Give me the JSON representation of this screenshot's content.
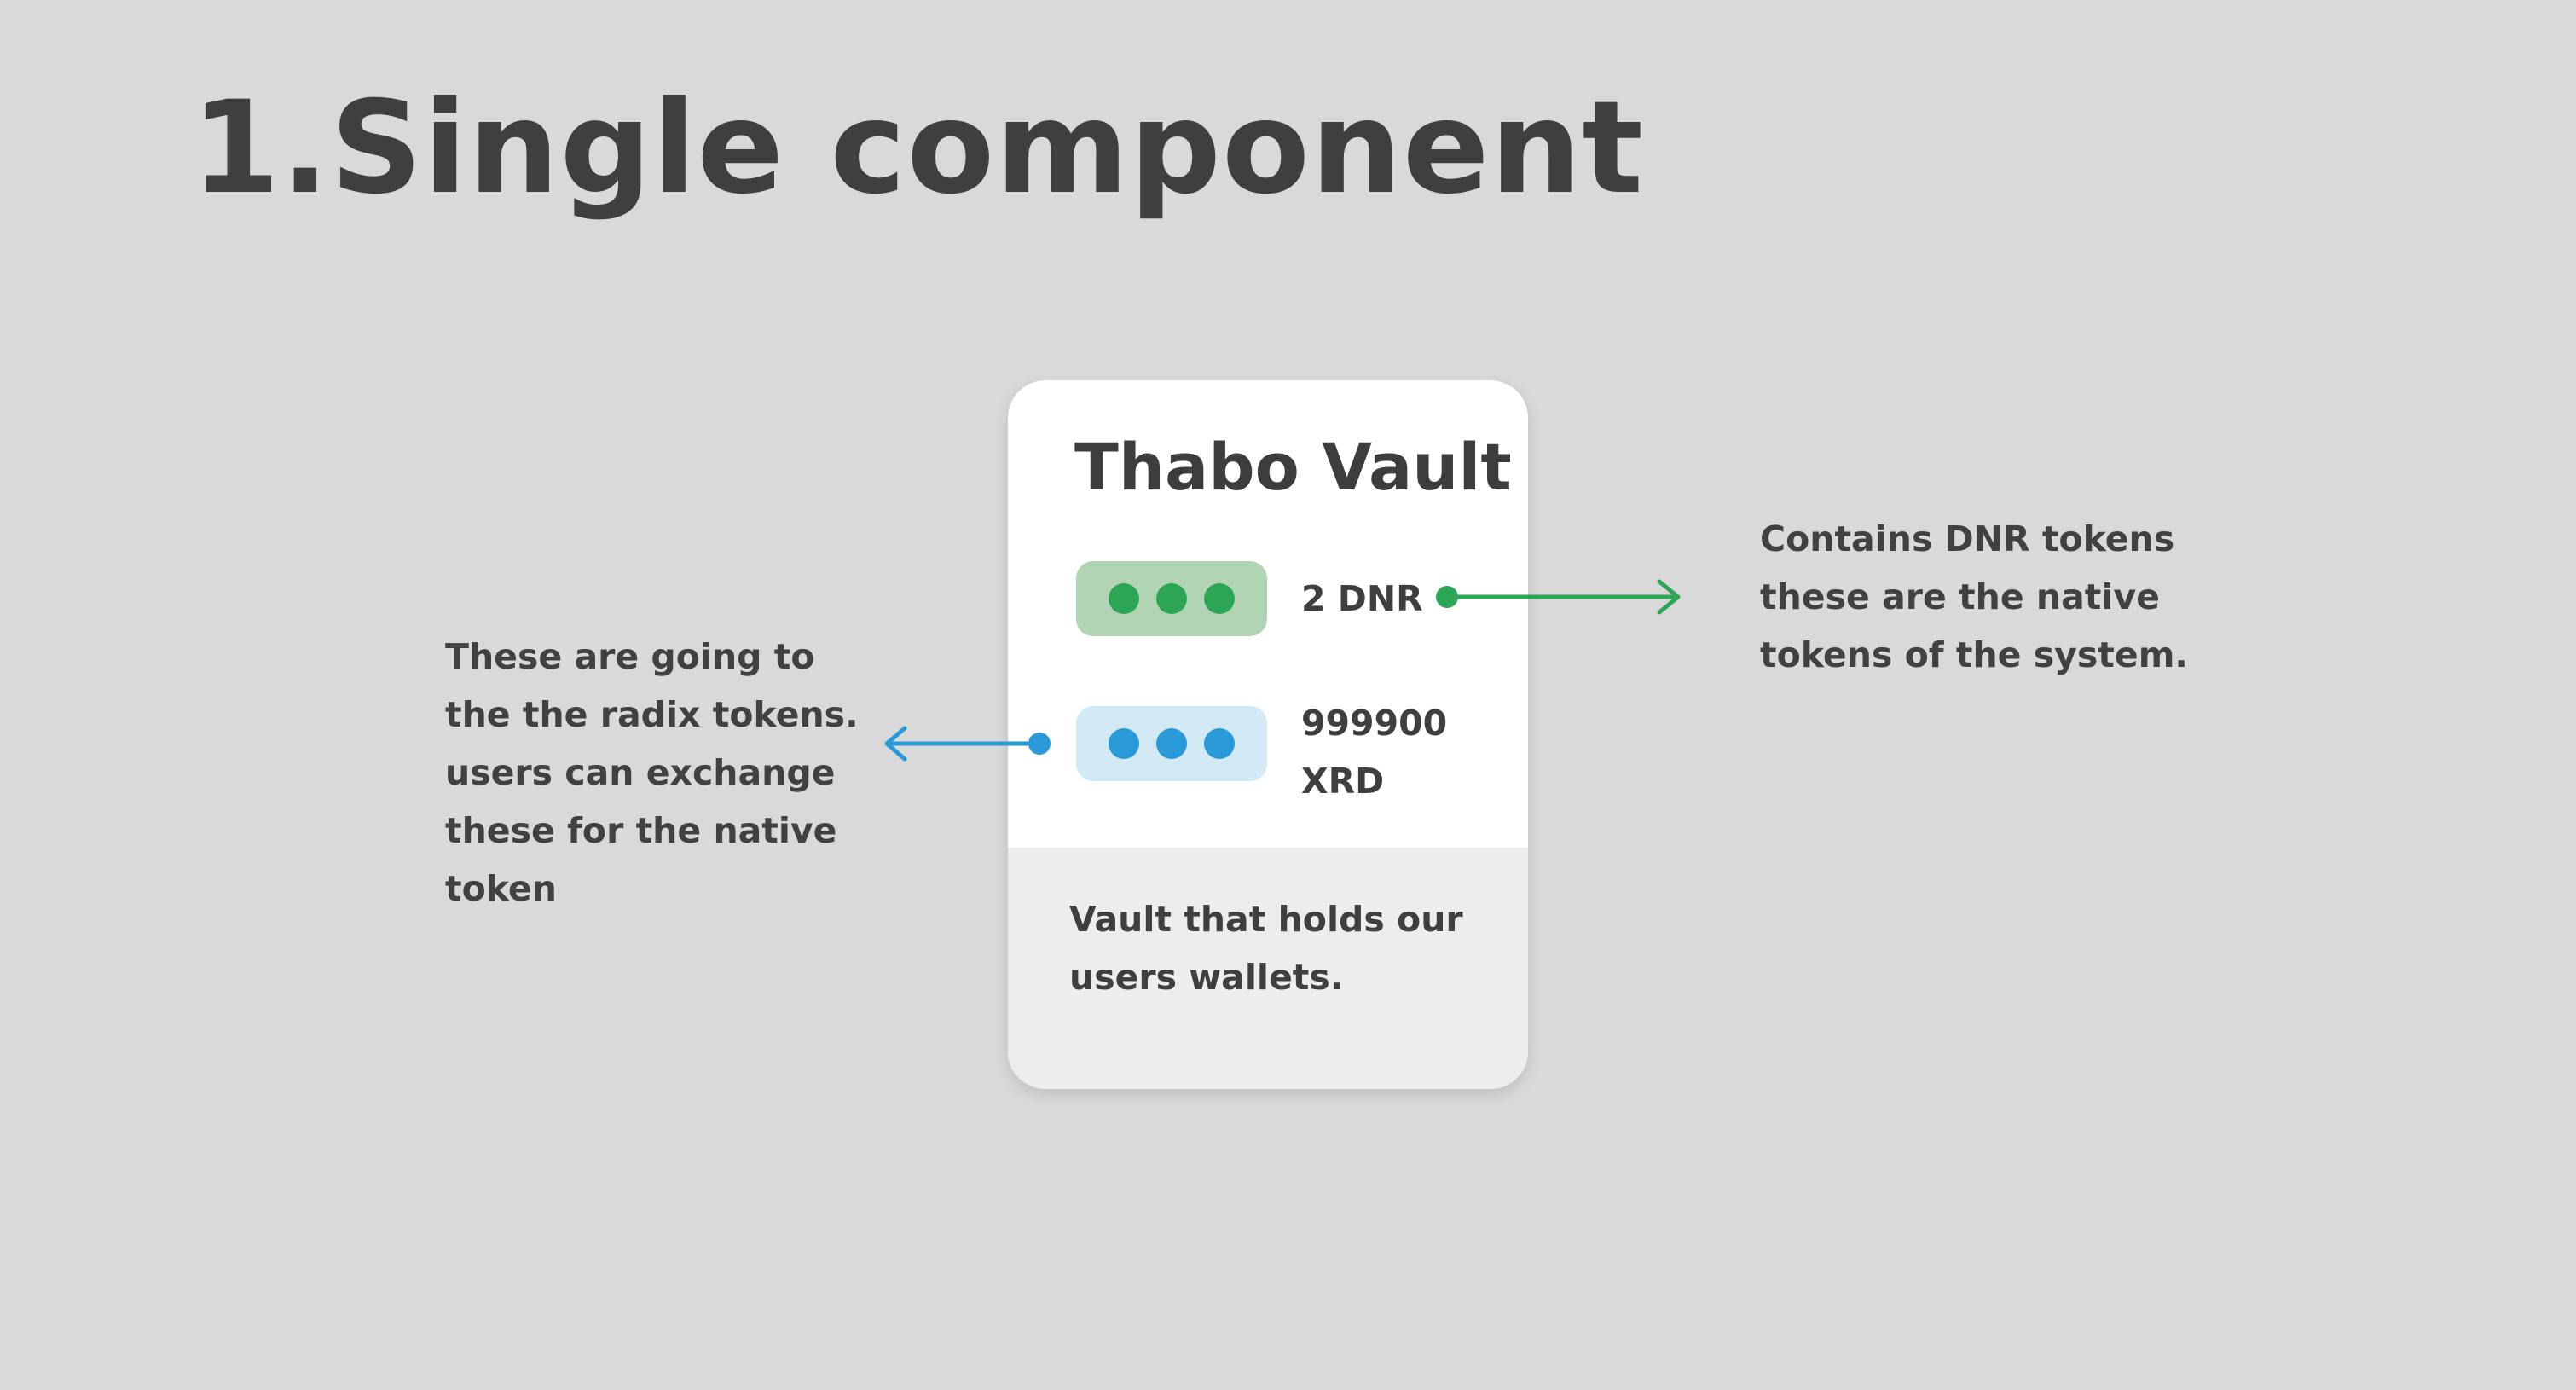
{
  "page": {
    "title": "1.Single component"
  },
  "vault": {
    "title": "Thabo Vault",
    "tokens": [
      {
        "icon": "token-dots-icon",
        "amount": "2 DNR",
        "color": "#2ca655",
        "chip_color": "#b1d4b4"
      },
      {
        "icon": "token-dots-icon",
        "amount_line1": "999900",
        "amount_line2": "XRD",
        "color": "#2a99d8",
        "chip_color": "#d4e9f6"
      }
    ],
    "description": "Vault that holds our users wallets."
  },
  "annotations": {
    "left": "These are going to the the radix tokens. users can exchange these for the native token",
    "right": "Contains DNR tokens these are the native tokens of the system."
  },
  "colors": {
    "background": "#d9d9d9",
    "text": "#414141",
    "dnr_accent": "#2ca655",
    "xrd_accent": "#2a99d8"
  }
}
